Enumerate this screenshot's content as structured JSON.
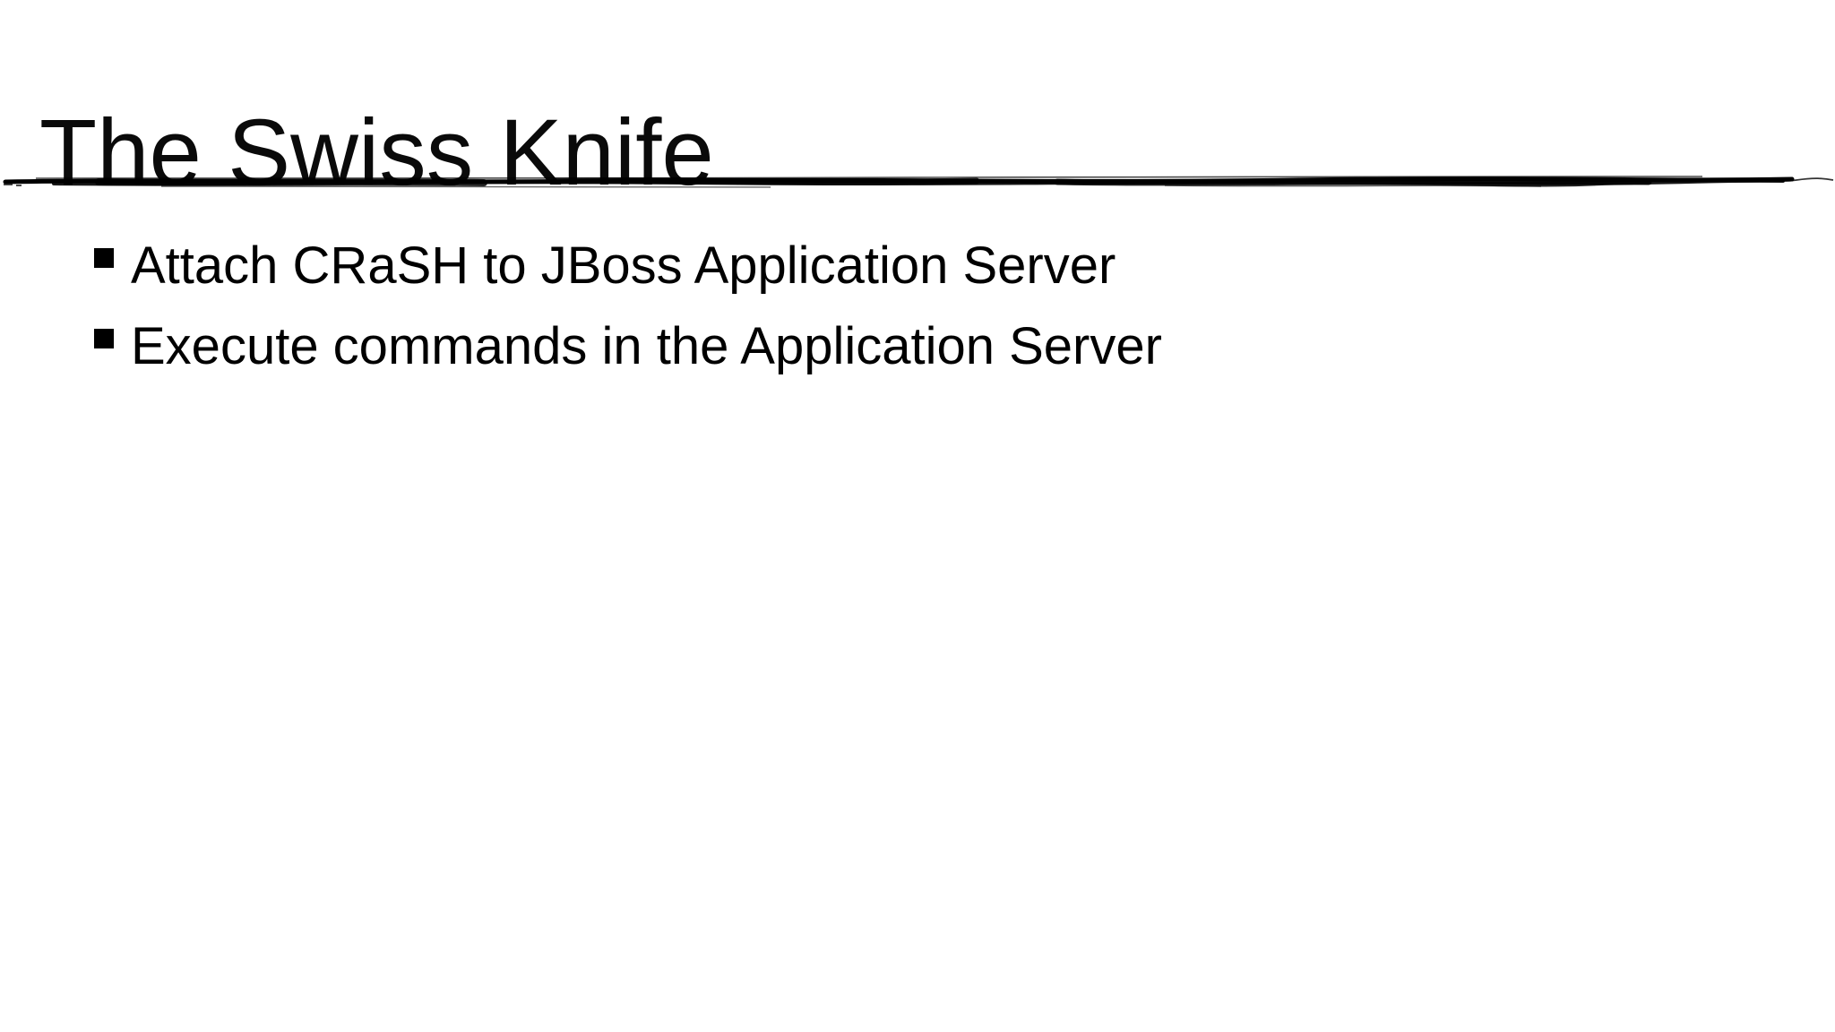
{
  "slide": {
    "title": "The Swiss Knife",
    "bullets": [
      {
        "text": "Attach CRaSH to JBoss Application Server"
      },
      {
        "text": "Execute commands in the Application Server"
      }
    ]
  },
  "colors": {
    "background": "#ffffff",
    "text": "#000000",
    "divider": "#000000"
  }
}
